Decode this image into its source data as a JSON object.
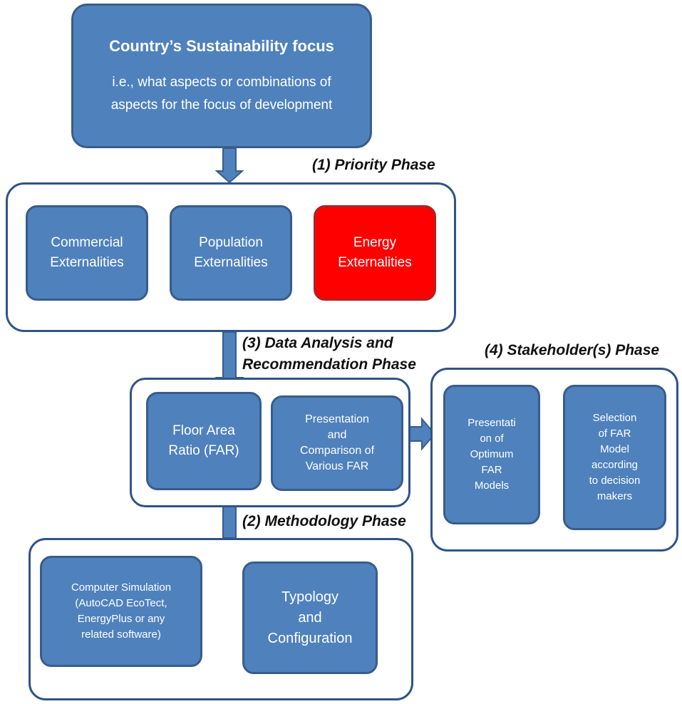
{
  "top_box": {
    "title": "Country’s Sustainability focus",
    "line1": "i.e., what aspects or combinations of",
    "line2": "aspects for the focus of development"
  },
  "phase1": {
    "label": "(1) Priority Phase",
    "boxes": [
      {
        "line1": "Commercial",
        "line2": "Externalities"
      },
      {
        "line1": "Population",
        "line2": "Externalities"
      },
      {
        "line1": "Energy",
        "line2": "Externalities"
      }
    ]
  },
  "phase3": {
    "label_line1": "(3) Data Analysis and",
    "label_line2": "Recommendation Phase",
    "far_line1": "Floor Area",
    "far_line2": "Ratio (FAR)",
    "pres_lines": [
      "Presentation",
      "and",
      "Comparison of",
      "Various FAR"
    ]
  },
  "phase4": {
    "label": "(4) Stakeholder(s) Phase",
    "opt_lines": [
      "Presentati",
      "on of",
      "Optimum",
      "FAR",
      "Models"
    ],
    "sel_lines": [
      "Selection",
      "of FAR",
      "Model",
      "according",
      "to decision",
      "makers"
    ]
  },
  "phase2": {
    "label": "(2) Methodology Phase",
    "sim_lines": [
      "Computer Simulation",
      "(AutoCAD EcoTect,",
      "EnergyPlus or any",
      "related software)"
    ],
    "typ_lines": [
      "Typology",
      "and",
      "Configuration"
    ]
  },
  "colors": {
    "box_fill": "#4f81bd",
    "box_border": "#385d8a",
    "highlight": "#ff0000",
    "frame": "#2f5486"
  }
}
